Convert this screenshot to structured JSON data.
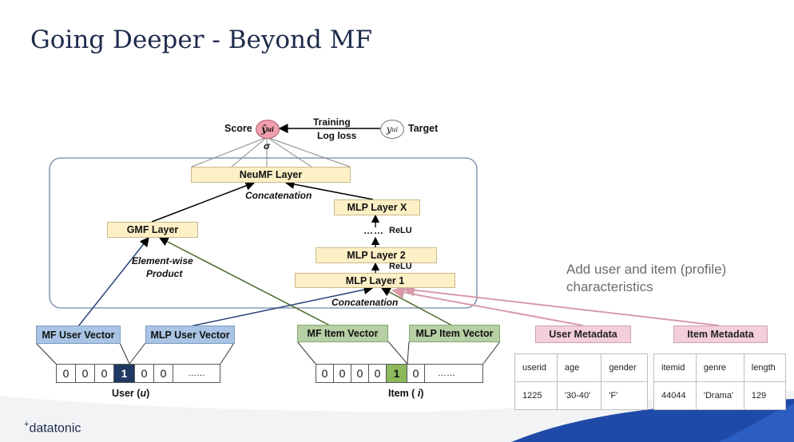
{
  "title": "Going Deeper - Beyond MF",
  "diagram": {
    "score_label": "Score",
    "score_symbol": "ŷ",
    "score_sub": "ui",
    "sigma": "σ",
    "training_label": "Training",
    "logloss_label": "Log loss",
    "target_symbol": "y",
    "target_sub": "ui",
    "target_label": "Target",
    "neumf_label": "NeuMF Layer",
    "concat_top": "Concatenation",
    "concat_bottom": "Concatenation",
    "gmf_label": "GMF Layer",
    "elementwise_1": "Element-wise",
    "elementwise_2": "Product",
    "mlp_x": "MLP Layer X",
    "mlp_dots": "……",
    "relu_top": "ReLU",
    "mlp_2": "MLP Layer 2",
    "relu_bottom": "ReLU",
    "mlp_1": "MLP Layer 1",
    "mf_user_vec": "MF User Vector",
    "mlp_user_vec": "MLP User Vector",
    "mf_item_vec": "MF Item Vector",
    "mlp_item_vec": "MLP Item Vector",
    "user_meta": "User Metadata",
    "item_meta": "Item Metadata",
    "user_input": [
      "0",
      "0",
      "0",
      "1",
      "0",
      "0",
      "……"
    ],
    "user_input_hot_index": 3,
    "item_input": [
      "0",
      "0",
      "0",
      "0",
      "1",
      "0",
      "……"
    ],
    "item_input_hot_index": 4,
    "user_caption": "User (",
    "user_var": "u",
    "item_caption": "Item ( ",
    "item_var": "i",
    "caption_close": ")"
  },
  "user_table": {
    "headers": [
      "userid",
      "age",
      "gender"
    ],
    "row": [
      "1225",
      "'30-40'",
      "'F'"
    ]
  },
  "item_table": {
    "headers": [
      "itemid",
      "genre",
      "length"
    ],
    "row": [
      "44044",
      "'Drama'",
      "129"
    ]
  },
  "note_text": "Add user and item (profile) characteristics",
  "brand_plus": "+",
  "brand": "datatonic",
  "colors": {
    "brand_navy": "#1d2b4a",
    "footer_blue": "#1f4aa8",
    "layer_yellow": "#fdf0c6",
    "vector_blue": "#a9c4e4",
    "vector_green": "#b6cfa4",
    "metadata_pink": "#f4cfd9"
  }
}
